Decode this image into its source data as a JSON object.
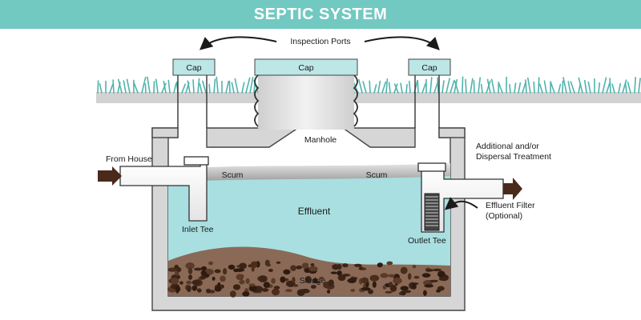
{
  "header": {
    "title": "SEPTIC SYSTEM"
  },
  "labels": {
    "inspection_ports": "Inspection Ports",
    "cap_left": "Cap",
    "cap_center": "Cap",
    "cap_right": "Cap",
    "manhole": "Manhole",
    "from_house": "From House",
    "additional_line1": "Additional and/or",
    "additional_line2": "Dispersal Treatment",
    "scum_left": "Scum",
    "scum_right": "Scum",
    "effluent": "Effluent",
    "inlet_tee": "Inlet Tee",
    "outlet_tee": "Outlet Tee",
    "effluent_filter_line1": "Effluent Filter",
    "effluent_filter_line2": "(Optional)",
    "sludge": "Sludge"
  },
  "colors": {
    "header_bg": "#72c9c1",
    "effluent": "#a9dfe0",
    "cap_fill": "#bde6e6",
    "grass": "#4fb3ad",
    "ground": "#d2d2d2",
    "tank_wall": "#d6d6d6",
    "sludge_bg": "#8a6a57",
    "arrow": "#4a2a1a"
  }
}
